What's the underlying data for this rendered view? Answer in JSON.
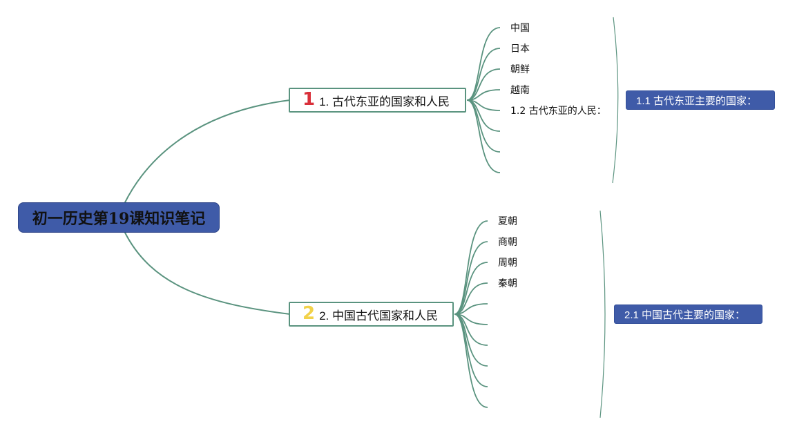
{
  "root": {
    "title": "初一历史第19课知识笔记"
  },
  "branches": [
    {
      "number": "1",
      "number_color": "#d9303a",
      "label": "1. 古代东亚的国家和人民",
      "items": [
        "中国",
        "日本",
        "朝鲜",
        "越南",
        "1.2 古代东亚的人民："
      ],
      "empty_item_count": 3,
      "summary": "1.1 古代东亚主要的国家："
    },
    {
      "number": "2",
      "number_color": "#f2d24a",
      "label": "2. 中国古代国家和人民",
      "items": [
        "夏朝",
        "商朝",
        "周朝",
        "秦朝"
      ],
      "empty_item_count": 6,
      "summary": "2.1 中国古代主要的国家："
    }
  ],
  "colors": {
    "connector": "#5a937f",
    "root_fill": "#3f5ba8",
    "summary_fill": "#3f5ba8",
    "main_border": "#5a937f"
  }
}
